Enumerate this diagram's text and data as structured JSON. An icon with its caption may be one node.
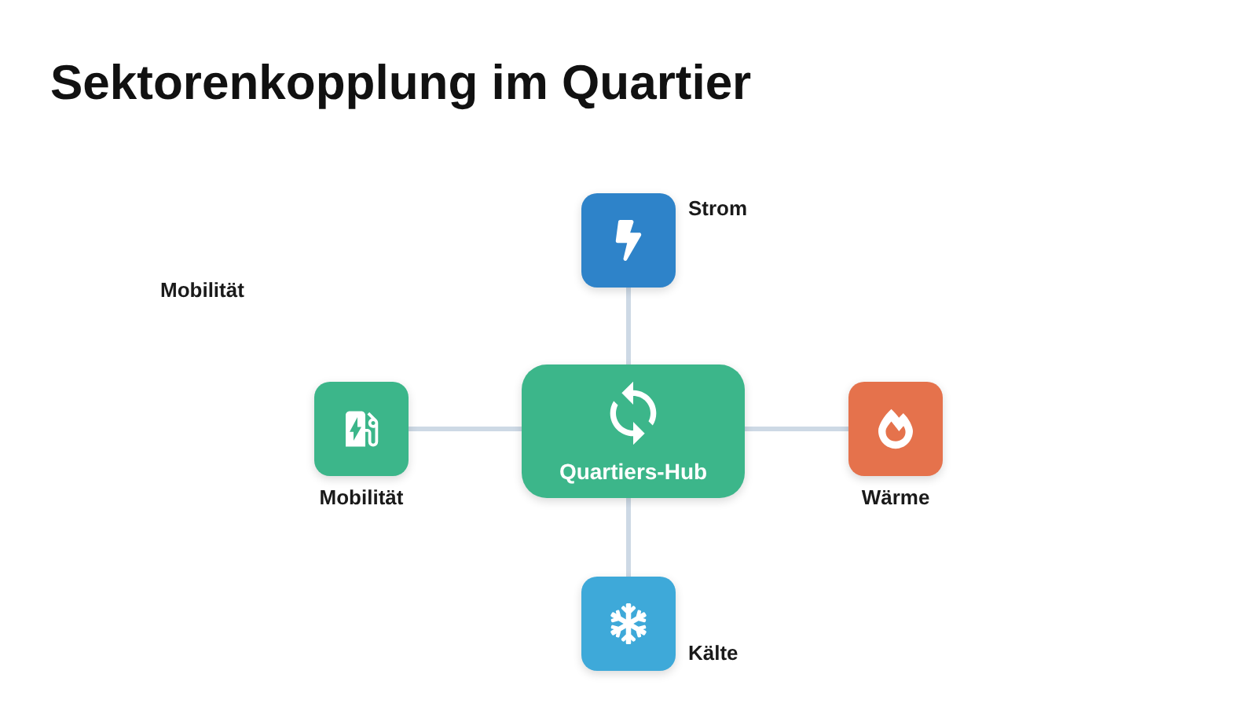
{
  "diagram": {
    "title": "Sektorenkopplung im Quartier",
    "nodes": [
      {
        "text": [],
        "shape": "box",
        "beside": [
          "Strom"
        ]
      },
      {
        "text": [],
        "shape": "box",
        "beside": [
          "Mobilität"
        ]
      },
      {
        "text": [
          "Quartiers-Hub"
        ]
      },
      {
        "text": [],
        "shape": "box",
        "beside": [
          "Wärme"
        ]
      },
      {
        "text": [],
        "shape": "box",
        "beside": [
          "Kälte"
        ]
      }
    ],
    "edges": [
      {
        "from": 2,
        "to": 0,
        "arrow": "none"
      },
      {
        "from": 2,
        "to": 1,
        "arrow": "none"
      },
      {
        "from": 2,
        "to": 3,
        "arrow": "none"
      },
      {
        "from": 2,
        "to": 4,
        "arrow": "none"
      }
    ],
    "labels": [
      "Mobilität"
    ]
  }
}
